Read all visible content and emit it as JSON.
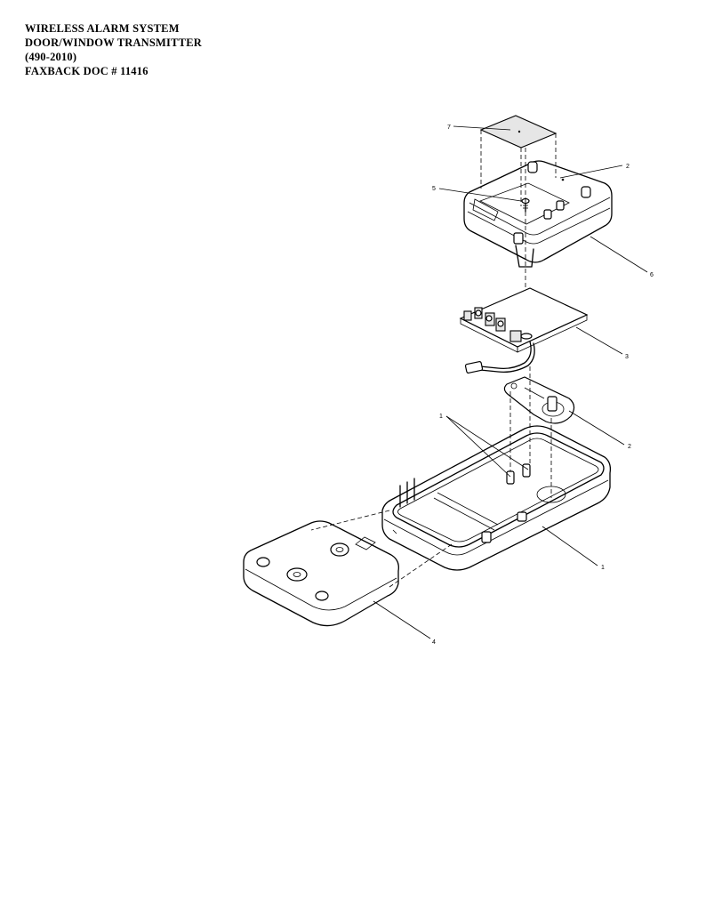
{
  "header": {
    "line1": "WIRELESS ALARM SYSTEM",
    "line2": "DOOR/WINDOW TRANSMITTER",
    "line3": "(490-2010)",
    "line4": "FAXBACK DOC # 11416"
  },
  "callouts": {
    "battery": "7",
    "cover": "2",
    "screw": "5",
    "cover_lip": "6",
    "circuit_board": "3",
    "reed_bracket": "2",
    "posts": "1",
    "base": "1",
    "mount_plate": "4"
  }
}
